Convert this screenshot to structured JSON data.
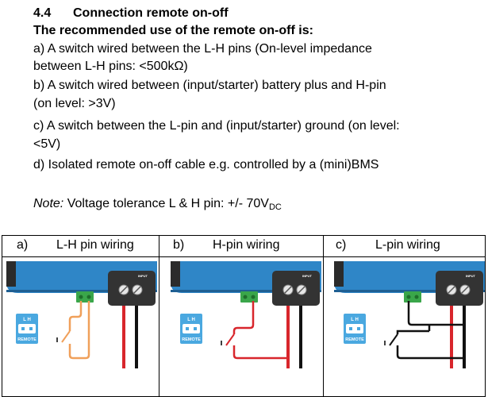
{
  "section": {
    "number": "4.4",
    "title": "Connection remote on-off"
  },
  "subtitle": "The recommended use of the remote on-off is:",
  "lines": [
    "a) A switch wired between the L-H pins (On-level impedance",
    "between L-H pins: <500kΩ)",
    "b) A switch wired between (input/starter) battery plus and H-pin",
    "(on level: >3V)",
    "c) A switch between the L-pin and (input/starter) ground (on level:",
    "<5V)",
    "d) Isolated remote on-off cable e.g. controlled by a (mini)BMS"
  ],
  "note": {
    "label": "Note:",
    "text": " Voltage tolerance L & H pin: +/- 70V",
    "subscript": "DC"
  },
  "table": {
    "columns": [
      {
        "letter": "a)",
        "title": "L-H pin wiring",
        "wire_color": "#f0a05a"
      },
      {
        "letter": "b)",
        "title": "H-pin wiring",
        "wire_color": "#d8262c"
      },
      {
        "letter": "c)",
        "title": "L-pin wiring",
        "wire_color": "#111111"
      }
    ]
  },
  "diagram_labels": {
    "input": "INPUT",
    "remote": "REMOTE",
    "l": "L",
    "h": "H"
  },
  "colors": {
    "device_blue": "#2f86c7",
    "connector_green": "#3aa64a",
    "cable_red": "#d8262c",
    "cable_black": "#111111"
  }
}
